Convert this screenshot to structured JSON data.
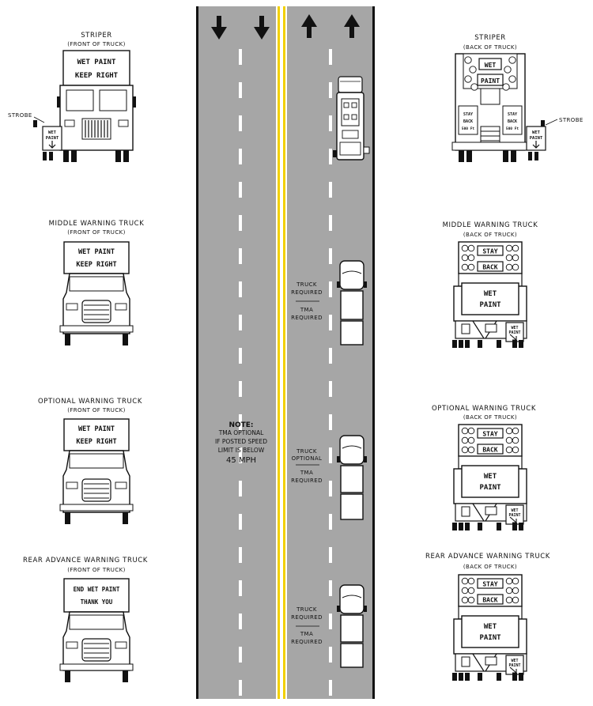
{
  "colors": {
    "road": "#a6a6a6",
    "centerline": "#f2d000",
    "line": "#111111",
    "paper": "#ffffff"
  },
  "road_note": {
    "title": "NOTE:",
    "lines": [
      "TMA OPTIONAL",
      "IF POSTED SPEED",
      "LIMIT IS BELOW"
    ],
    "speed": "45 MPH"
  },
  "road_labels": [
    {
      "top": "TRUCK",
      "top2": "REQUIRED",
      "bottom": "TMA",
      "bottom2": "REQUIRED"
    },
    {
      "top": "TRUCK",
      "top2": "OPTIONAL",
      "bottom": "TMA",
      "bottom2": "REQUIRED"
    },
    {
      "top": "TRUCK",
      "top2": "REQUIRED",
      "bottom": "TMA",
      "bottom2": "REQUIRED"
    }
  ],
  "left_trucks": [
    {
      "title": "STRIPER",
      "sub": "(FRONT OF TRUCK)",
      "sign1": "WET PAINT",
      "sign2": "KEEP RIGHT"
    },
    {
      "title": "MIDDLE WARNING TRUCK",
      "sub": "(FRONT OF TRUCK)",
      "sign1": "WET PAINT",
      "sign2": "KEEP RIGHT"
    },
    {
      "title": "OPTIONAL WARNING TRUCK",
      "sub": "(FRONT OF TRUCK)",
      "sign1": "WET PAINT",
      "sign2": "KEEP RIGHT"
    },
    {
      "title": "REAR ADVANCE WARNING TRUCK",
      "sub": "(FRONT OF TRUCK)",
      "sign1": "END WET PAINT",
      "sign2": "THANK YOU"
    }
  ],
  "right_trucks": [
    {
      "title": "STRIPER",
      "sub": "(BACK OF TRUCK)"
    },
    {
      "title": "MIDDLE WARNING TRUCK",
      "sub": "(BACK OF TRUCK)"
    },
    {
      "title": "OPTIONAL WARNING TRUCK",
      "sub": "(BACK OF TRUCK)"
    },
    {
      "title": "REAR ADVANCE WARNING TRUCK",
      "sub": "(BACK OF TRUCK)"
    }
  ],
  "strobe_label": "STROBE",
  "small_sign": {
    "line1": "WET",
    "line2": "PAINT"
  },
  "striper_back": {
    "board1": "WET",
    "board2": "PAINT",
    "stay": "STAY",
    "back": "BACK",
    "dist": "500 Ft"
  },
  "rear_panels": {
    "stay": "STAY",
    "back": "BACK",
    "wet": "WET",
    "paint": "PAINT"
  }
}
